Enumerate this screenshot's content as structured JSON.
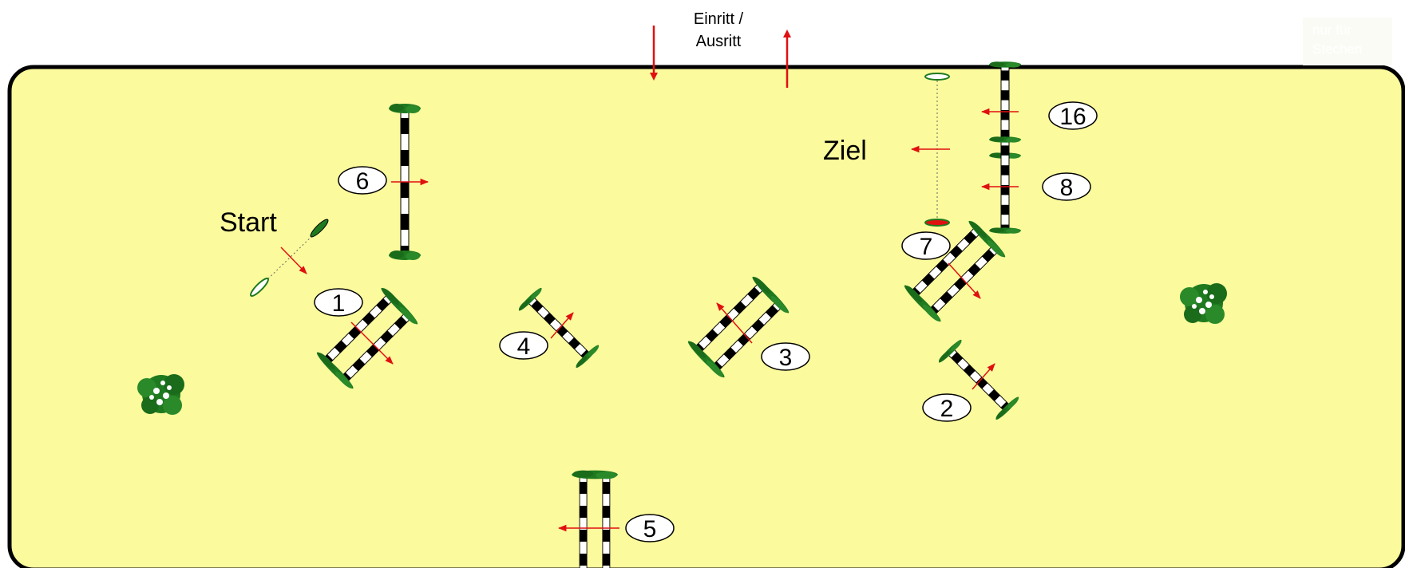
{
  "entry": {
    "line1": "Einritt /",
    "line2": "Ausritt"
  },
  "note": {
    "line1": "nur für",
    "line2": "Stechen"
  },
  "start_label": "Start",
  "finish_label": "Ziel",
  "obstacles": [
    {
      "number": "1",
      "kind": "oxer"
    },
    {
      "number": "2",
      "kind": "vertical"
    },
    {
      "number": "3",
      "kind": "oxer"
    },
    {
      "number": "4",
      "kind": "vertical"
    },
    {
      "number": "5",
      "kind": "oxer"
    },
    {
      "number": "6",
      "kind": "vertical"
    },
    {
      "number": "7",
      "kind": "oxer"
    },
    {
      "number": "8",
      "kind": "vertical"
    },
    {
      "number": "16",
      "kind": "vertical"
    }
  ],
  "colors": {
    "arena": "#fbfa9c",
    "border": "#000000",
    "pole_dark": "#000000",
    "pole_light": "#ffffff",
    "wing": "#1f7a1f",
    "arrow": "#e01010"
  },
  "icons": [
    "bush-icon",
    "arrow-icon",
    "start-marker-icon",
    "finish-marker-icon"
  ]
}
